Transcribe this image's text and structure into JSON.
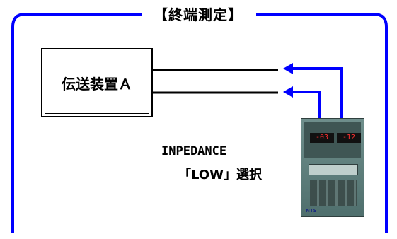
{
  "title": "【終端測定】",
  "device_a": "伝送装置Ａ",
  "note": {
    "line1": "INPEDANCE",
    "line2": "「LOW」選択"
  },
  "meter": {
    "display_left": "-03",
    "display_right": "-12",
    "brand": "NTS"
  },
  "colors": {
    "frame": "#0000ff",
    "arrow": "#0000ff",
    "line": "#000000"
  }
}
